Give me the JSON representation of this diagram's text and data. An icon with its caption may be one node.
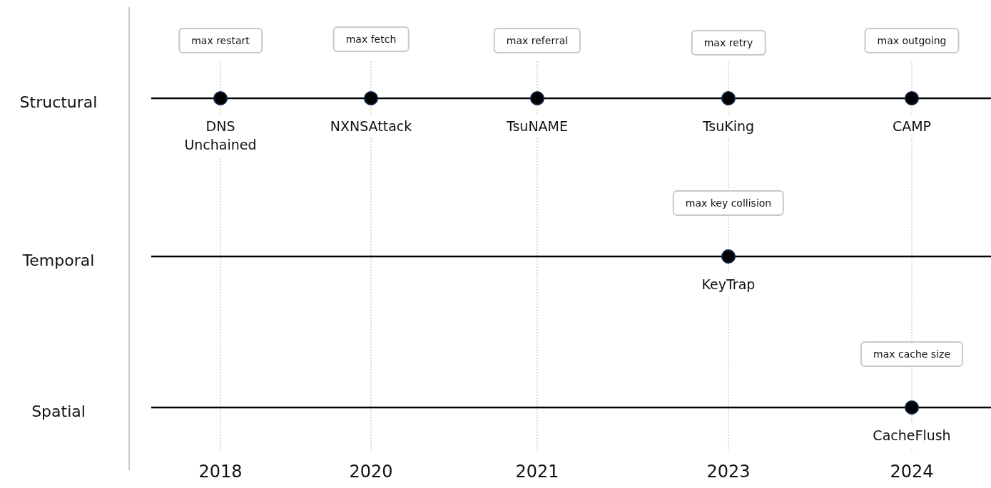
{
  "diagram": {
    "nodes": [
      {
        "text": [
          "max restart"
        ]
      },
      {
        "text": [
          "max fetch"
        ]
      },
      {
        "text": [
          "max referral"
        ]
      },
      {
        "text": [
          "max retry"
        ]
      },
      {
        "text": [
          "max outgoing"
        ]
      },
      {
        "text": [],
        "shape": "circle",
        "beside": [
          "DNS Unchained"
        ]
      },
      {
        "text": [],
        "shape": "circle",
        "beside": [
          "NXNSAttack"
        ]
      },
      {
        "text": [],
        "shape": "circle",
        "beside": [
          "TsuNAME"
        ]
      },
      {
        "text": [],
        "shape": "circle",
        "beside": [
          "TsuKing"
        ]
      },
      {
        "text": [],
        "shape": "circle",
        "beside": [
          "CAMP"
        ]
      },
      {
        "text": [
          "max key collision"
        ]
      },
      {
        "text": [],
        "shape": "circle",
        "beside": [
          "KeyTrap"
        ]
      },
      {
        "text": [
          "max cache size"
        ]
      },
      {
        "text": [],
        "shape": "circle",
        "beside": [
          "CacheFlush"
        ]
      }
    ],
    "labels": [
      "Structural",
      "Temporal",
      "Spatial",
      "2018",
      "2020",
      "2021",
      "2023",
      "2024"
    ]
  }
}
